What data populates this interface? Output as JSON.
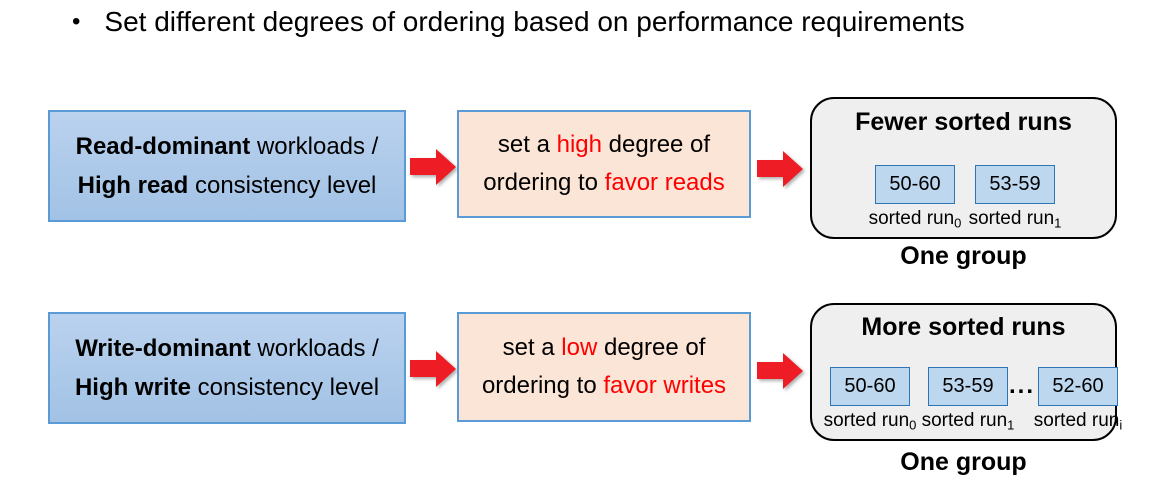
{
  "title": {
    "bullet": "•",
    "text": "Set different degrees of ordering based on performance requirements"
  },
  "colors": {
    "workload_box_fill": "#aac7e7",
    "workload_box_border": "#5b9bd5",
    "action_box_fill": "#fbe5d6",
    "action_box_border": "#5b9bd5",
    "group_box_fill": "#efefef",
    "group_box_border": "#000000",
    "run_box_fill": "#bdd7ee",
    "run_box_border": "#2e75b6",
    "arrow_red": "#ee1c25",
    "highlight_red": "#ff0000"
  },
  "rows": [
    {
      "workload": {
        "line1_bold": "Read-dominant",
        "line1_rest": " workloads /",
        "line2_bold": "High read",
        "line2_rest": " consistency level"
      },
      "action": {
        "line1_pre": "set a ",
        "line1_red": "high",
        "line1_post": " degree of",
        "line2_pre": "ordering to ",
        "line2_red": "favor reads"
      },
      "group": {
        "heading": "Fewer sorted runs",
        "runs": [
          {
            "range": "50-60",
            "label": "sorted run",
            "sub": "0"
          },
          {
            "range": "53-59",
            "label": "sorted run",
            "sub": "1"
          }
        ],
        "caption": "One group"
      }
    },
    {
      "workload": {
        "line1_bold": "Write-dominant",
        "line1_rest": " workloads /",
        "line2_bold": "High write",
        "line2_rest": " consistency level"
      },
      "action": {
        "line1_pre": "set a ",
        "line1_red": "low",
        "line1_post": " degree of",
        "line2_pre": "ordering to ",
        "line2_red": "favor writes"
      },
      "group": {
        "heading": "More sorted runs",
        "runs": [
          {
            "range": "50-60",
            "label": "sorted run",
            "sub": "0"
          },
          {
            "range": "53-59",
            "label": "sorted run",
            "sub": "1"
          },
          {
            "range": "52-60",
            "label": "sorted run",
            "sub": "i"
          }
        ],
        "ellipsis": "...",
        "caption": "One group"
      }
    }
  ]
}
